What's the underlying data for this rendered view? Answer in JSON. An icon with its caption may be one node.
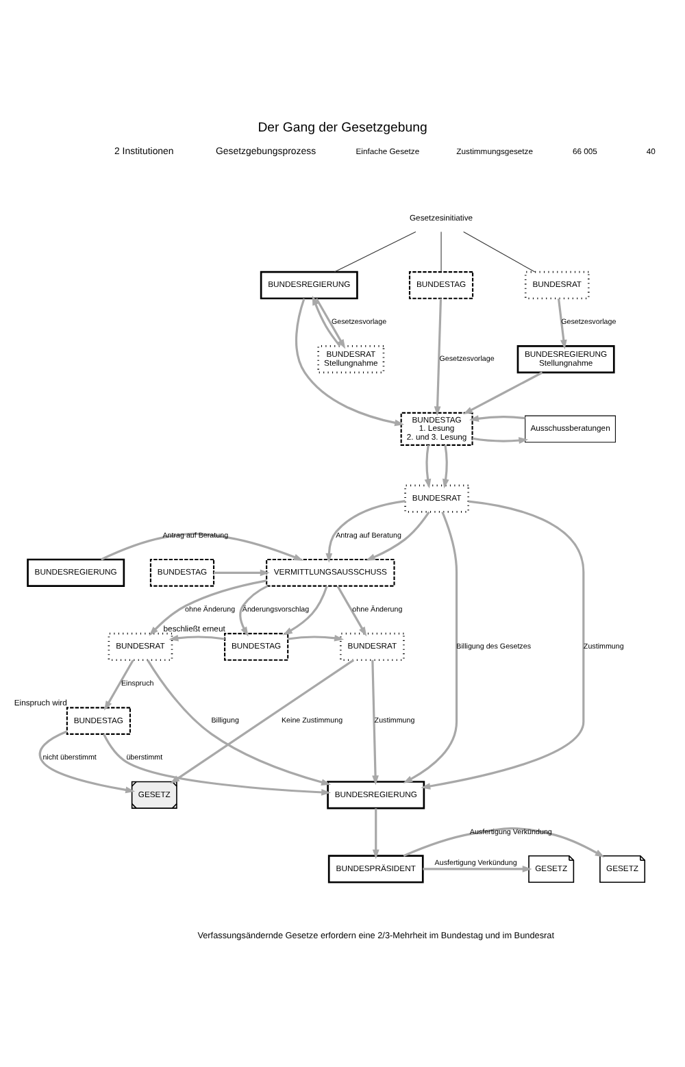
{
  "diagram": {
    "title": "Der Gang der Gesetzgebung",
    "caption": "Verfassungsändernde Gesetze erfordern eine 2/3-Mehrheit im Bundestag und im Bundesrat",
    "nodes": [
      {
        "text": [
          "Gesetzesinitiative"
        ]
      },
      {
        "text": [
          "BUNDESREGIERUNG"
        ]
      },
      {
        "text": [
          "BUNDESTAG"
        ]
      },
      {
        "text": [
          "BUNDESRAT"
        ]
      },
      {
        "text": [
          "BUNDESRAT",
          "Stellungnahme"
        ]
      },
      {
        "text": [
          "BUNDESREGIERUNG",
          "Stellungnahme"
        ]
      },
      {
        "text": [
          "BUNDESTAG",
          "1. Lesung",
          "2. und 3. Lesung"
        ]
      },
      {
        "text": [
          "Ausschussberatungen"
        ]
      },
      {
        "text": [
          "BUNDESRAT"
        ]
      },
      {
        "text": [
          "VERMITTLUNGSAUSSCHUSS"
        ]
      },
      {
        "text": [
          "BUNDESREGIERUNG"
        ]
      },
      {
        "text": [
          "BUNDESTAG"
        ]
      },
      {
        "text": [
          "BUNDESRAT"
        ]
      },
      {
        "text": [
          "BUNDESTAG"
        ],
        "beside": [
          "beschließt erneut"
        ]
      },
      {
        "text": [
          "BUNDESRAT"
        ]
      },
      {
        "text": [
          "BUNDESTAG"
        ],
        "beside": [
          "Einspruch wird"
        ]
      },
      {
        "text": [
          "GESETZ"
        ]
      },
      {
        "text": [
          "BUNDESREGIERUNG"
        ]
      },
      {
        "text": [
          "BUNDESPRÄSIDENT"
        ]
      },
      {
        "text": [
          "GESETZ"
        ]
      },
      {
        "text": [
          "GESETZ"
        ]
      }
    ],
    "edges": [
      {
        "from": 0,
        "to": 1,
        "arrow": "none",
        "color": "#333333"
      },
      {
        "from": 0,
        "to": 2,
        "arrow": "none",
        "color": "#333333"
      },
      {
        "from": 0,
        "to": 3,
        "arrow": "none",
        "color": "#333333"
      },
      {
        "from": 1,
        "to": 4,
        "arrow": "to",
        "label": "Gesetzesvorlage"
      },
      {
        "from": 4,
        "to": 1,
        "arrow": "to"
      },
      {
        "from": 1,
        "to": 6,
        "arrow": "to"
      },
      {
        "from": 2,
        "to": 6,
        "arrow": "to",
        "label": "Gesetzesvorlage"
      },
      {
        "from": 3,
        "to": 5,
        "arrow": "to",
        "label": "Gesetzesvorlage"
      },
      {
        "from": 5,
        "to": 6,
        "arrow": "to"
      },
      {
        "from": 6,
        "to": 7,
        "arrow": "to"
      },
      {
        "from": 7,
        "to": 6,
        "arrow": "to"
      },
      {
        "from": 6,
        "to": 8,
        "arrow": "to"
      },
      {
        "from": 6,
        "to": 8,
        "arrow": "to"
      },
      {
        "from": 8,
        "to": 17,
        "arrow": "to",
        "label": "Billigung des Gesetzes"
      },
      {
        "from": 8,
        "to": 9,
        "arrow": "to",
        "label": "Antrag auf Beratung"
      },
      {
        "from": 8,
        "to": 9,
        "arrow": "to"
      },
      {
        "from": 8,
        "to": 17,
        "arrow": "to",
        "label": "Zustimmung"
      },
      {
        "from": 10,
        "to": 9,
        "arrow": "to",
        "label": "Antrag auf Beratung"
      },
      {
        "from": 11,
        "to": 9,
        "arrow": "to"
      },
      {
        "from": 9,
        "to": 12,
        "arrow": "to",
        "label": "ohne Änderung"
      },
      {
        "from": 9,
        "to": 13,
        "arrow": "to",
        "label": "Änderungsvorschlag"
      },
      {
        "from": 9,
        "to": 13,
        "arrow": "to"
      },
      {
        "from": 9,
        "to": 14,
        "arrow": "to",
        "label": "ohne Änderung"
      },
      {
        "from": 13,
        "to": 12,
        "arrow": "to"
      },
      {
        "from": 13,
        "to": 14,
        "arrow": "to"
      },
      {
        "from": 12,
        "to": 17,
        "arrow": "to",
        "label": "Billigung"
      },
      {
        "from": 12,
        "to": 15,
        "arrow": "to",
        "label": "Einspruch"
      },
      {
        "from": 15,
        "to": 17,
        "arrow": "to",
        "label": "überstimmt"
      },
      {
        "from": 15,
        "to": 16,
        "arrow": "to",
        "label": "nicht überstimmt"
      },
      {
        "from": 14,
        "to": 16,
        "arrow": "to",
        "label": "Keine Zustimmung"
      },
      {
        "from": 14,
        "to": 17,
        "arrow": "to",
        "label": "Zustimmung"
      },
      {
        "from": 17,
        "to": 18,
        "arrow": "to"
      },
      {
        "from": 18,
        "to": 19,
        "arrow": "to",
        "label": "Ausfertigung Verkündung"
      },
      {
        "from": 18,
        "to": 20,
        "arrow": "to",
        "label": "Ausfertigung Verkündung"
      }
    ],
    "labels": [
      "2 Institutionen",
      "Gesetzgebungsprozess",
      "Einfache Gesetze",
      "Zustimmungsgesetze",
      "66 005",
      "40"
    ]
  }
}
